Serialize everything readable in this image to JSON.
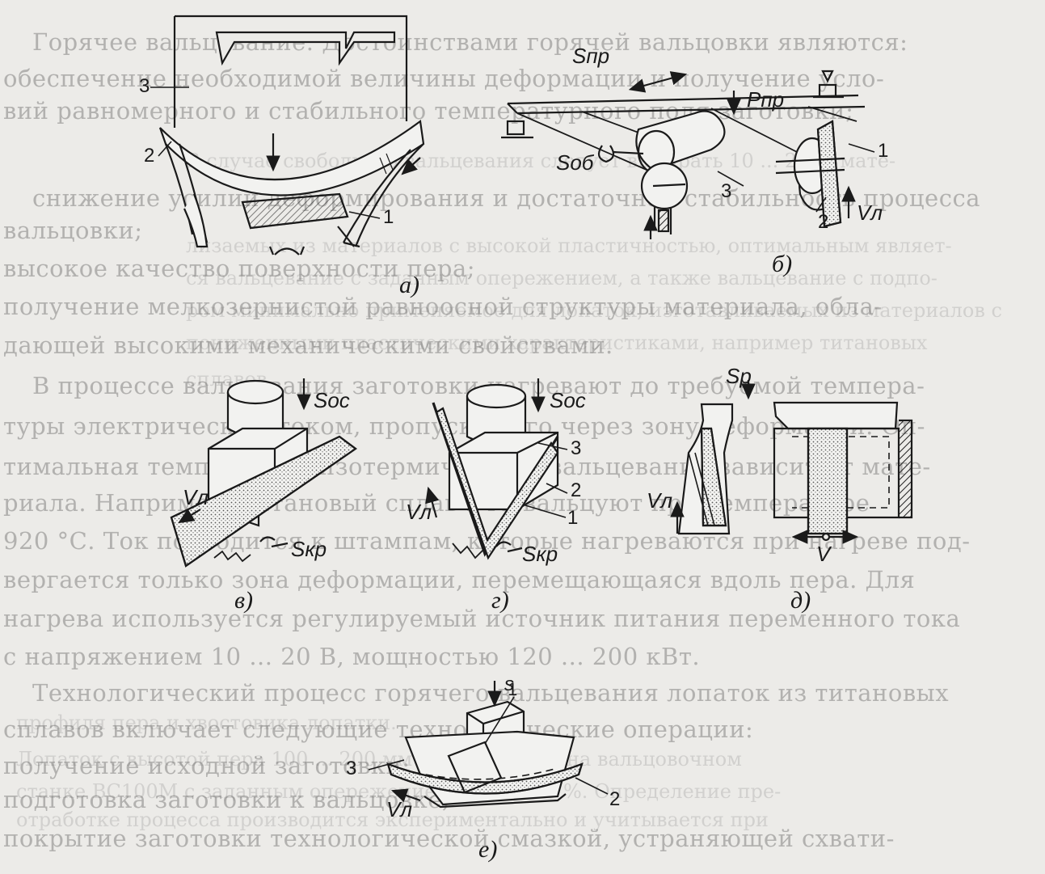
{
  "background_text": [
    "Горячее вальцевание. Достоинствами горячей вальцовки являются:",
    "обеспечение необходимой величины деформации и получение усло-",
    "вий равномерного и стабильного температурного поля заготовки;",
    "снижение усилий деформирования и достаточная стабильность процесса",
    "вальцовки;",
    "высокое качество поверхности пера;",
    "получение мелкозернистой равноосной структуры материала, обла-",
    "дающей высокими механическими свойствами.",
    "В процессе вальцевания заготовки нагревают до требуемой темпера-",
    "туры электрическим током, пропуская его через зону деформации. Оп-",
    "тимальная температура изотермического вальцевания зависит от мате-",
    "риала. Например, титановый сплав ВТ9 вальцуют при температуре",
    "920 °С. Ток подводится к штампам, которые нагреваются при нагреве под-",
    "вергается только зона деформации, перемещающаяся вдоль пера. Для",
    "нагрева используется регулируемый источник питания переменного тока",
    "с напряжением 10 ... 20 В, мощностью 120 ... 200 кВт.",
    "Технологический процесс горячего вальцевания лопаток из титановых",
    "сплавов включает следующие технологические операции:",
    "получение исходной заготовки;",
    "подготовка заготовки к вальцовке;",
    "покрытие заготовки технологической смазкой, устраняющей схвати-"
  ],
  "show_through_text": [
    "В случае свободного вальцевания следует выбирать 10 ... 20 % мате-",
    "лизаемых из материалов с высокой пластичностью, оптимальным являет-",
    "ся вальцевание с заданным опережением, а также вальцевание с подпо-",
    "ром минимально применяемое для лопаток, изготавливаемых из материалов с",
    "пониженными пластическими характеристиками, например титановых",
    "сплавов.",
    "профиля пера и хвостовика лопатки.",
    "Лопаток с высотой пера 100 ... 200 мм производится на вальцовочном",
    "станке ВС100М с заданным опережением 10 или 15 %. Определение пре-",
    "отработке процесса производится экспериментально и учитывается при"
  ],
  "figure": {
    "panels": [
      {
        "id": "a",
        "caption": "а)",
        "parts": [
          "3",
          "2",
          "1"
        ]
      },
      {
        "id": "b",
        "caption": "б)",
        "parts": [
          "1",
          "3",
          "2"
        ],
        "symbols": [
          "Sпр",
          "Pпр",
          "Sоб",
          "Vл"
        ]
      },
      {
        "id": "v",
        "caption": "в)",
        "symbols": [
          "Sос",
          "Vл",
          "Sкр"
        ]
      },
      {
        "id": "g",
        "caption": "г)",
        "parts": [
          "3",
          "2",
          "1"
        ],
        "symbols": [
          "Sос",
          "Vл",
          "Sкр"
        ]
      },
      {
        "id": "d",
        "caption": "д)",
        "symbols": [
          "Sр",
          "Vл",
          "V"
        ]
      },
      {
        "id": "e",
        "caption": "е)",
        "parts": [
          "1",
          "3",
          "2"
        ],
        "symbols": [
          "s",
          "Vл"
        ]
      }
    ]
  },
  "labels": {
    "a_3": "3",
    "a_2": "2",
    "a_1": "1",
    "a_cap": "а)",
    "b_Spr": "Sпр",
    "b_Ppr": "Pпр",
    "b_Sob": "Sоб",
    "b_3": "3",
    "b_1": "1",
    "b_2": "2",
    "b_Vl": "Vл",
    "b_cap": "б)",
    "v_Sos": "Sос",
    "v_Vl": "Vл",
    "v_Skr": "Sкр",
    "v_cap": "в)",
    "g_Sos": "Sос",
    "g_3": "3",
    "g_2": "2",
    "g_1": "1",
    "g_Vl": "Vл",
    "g_Skr": "Sкр",
    "g_cap": "г)",
    "d_Sr": "Sр",
    "d_Vl": "Vл",
    "d_V": "V",
    "d_cap": "д)",
    "e_s": "s",
    "e_1": "1",
    "e_3": "3",
    "e_2": "2",
    "e_Vl": "Vл",
    "e_cap": "е)"
  },
  "colors": {
    "ink": "#1a1a1a",
    "paper": "#ecebe8",
    "hatch": "#7a7a7a"
  }
}
